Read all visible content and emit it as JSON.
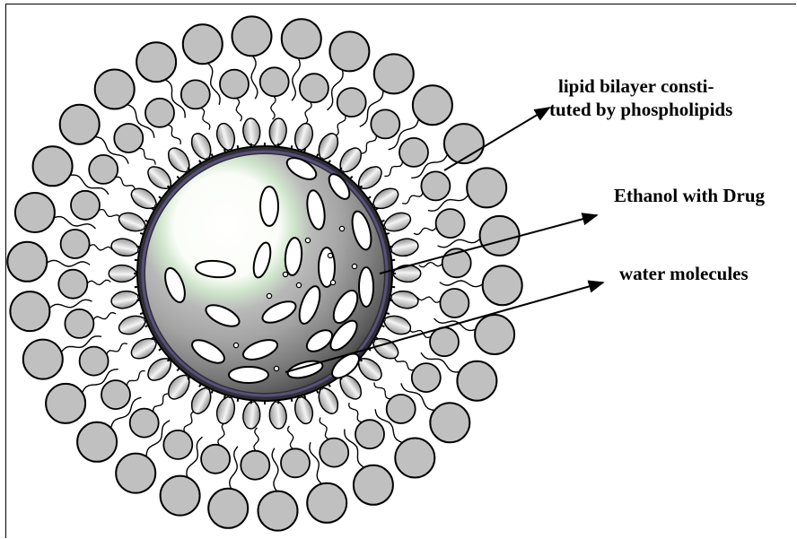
{
  "labels": {
    "lipid_line1": "lipid bilayer consti-",
    "lipid_line2": "tuted by phospholipids",
    "ethanol": "Ethanol with Drug",
    "water": "water molecules"
  },
  "colors": {
    "outline": "#000000",
    "head_fill": "#c0c0c0",
    "inner_head_light": "#f2f2f2",
    "inner_head_dark": "#8c8c8c",
    "core_dark": "#3a3a3a",
    "core_light": "#ffffff",
    "core_tint": "#cfe6cc",
    "ring_purple": "#5a4f7a"
  }
}
